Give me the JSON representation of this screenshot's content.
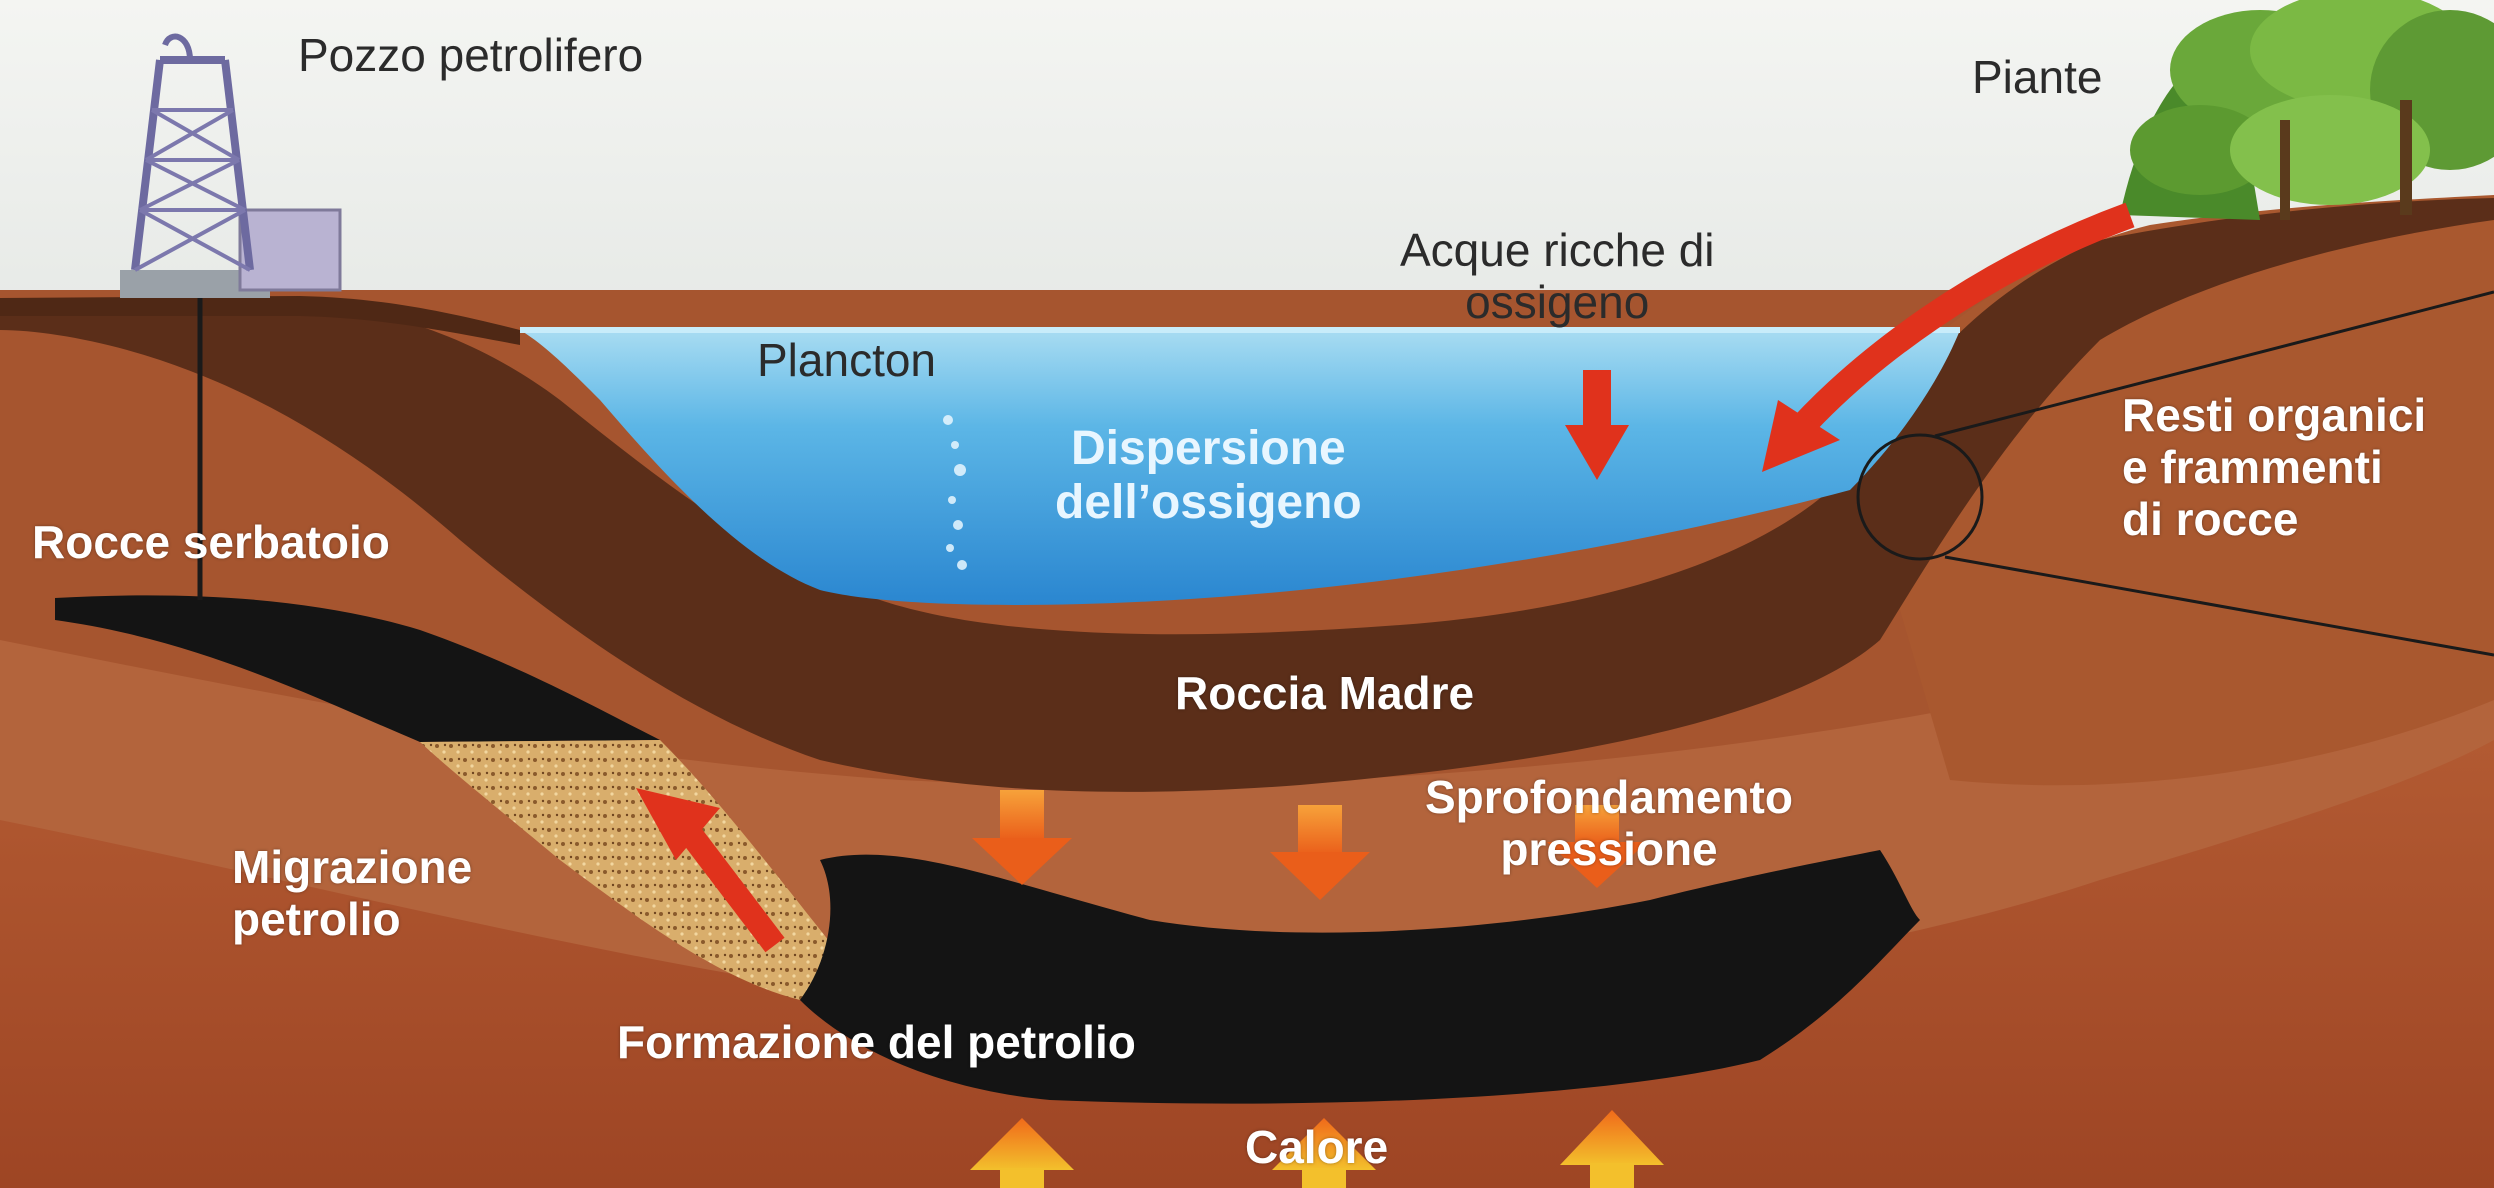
{
  "labels": {
    "oil_well": "Pozzo petrolifero",
    "plants": "Piante",
    "oxygen_rich_water": "Acque ricche di\nossigeno",
    "plankton": "Plancton",
    "oxygen_dispersion": "Dispersione\ndell’ossigeno",
    "reservoir_rocks": "Rocce serbatoio",
    "organic_remains": "Resti organici\ne frammenti\ndi rocce",
    "source_rock": "Roccia Madre",
    "subsidence_pressure": "Sprofondamento\npressione",
    "oil_migration": "Migrazione\npetrolio",
    "oil_formation": "Formazione del petrolio",
    "heat": "Calore"
  },
  "colors": {
    "sky": "#eef0ee",
    "water_top": "#8fd2ee",
    "water_bottom": "#2f8fd6",
    "source_rock": "#5a2d18",
    "upper_earth": "#a0532e",
    "mid_earth": "#b0603a",
    "deep_earth": "#a8502c",
    "oil": "#141414",
    "sandstone": "#d9b070",
    "red_arrow": "#e0321c",
    "orange_arrow": "#f07a20"
  },
  "icons": {
    "derrick": "oil-derrick-icon",
    "trees": "tree-icon",
    "magnifier": "magnifier-circle-icon"
  }
}
